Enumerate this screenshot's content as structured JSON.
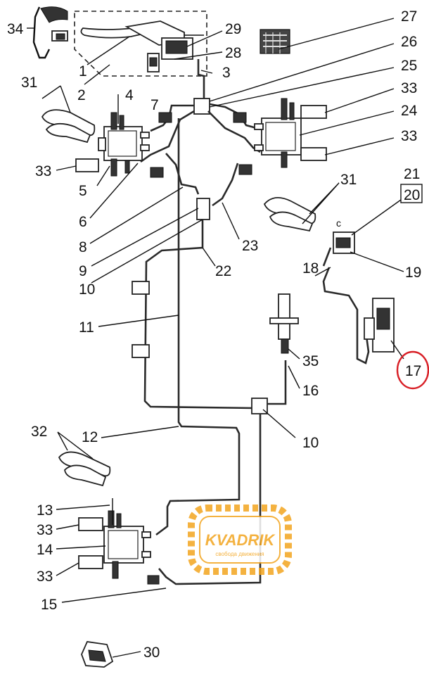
{
  "callouts": {
    "n1": "1",
    "n2": "2",
    "n3": "3",
    "n4": "4",
    "n5": "5",
    "n6": "6",
    "n7": "7",
    "n8": "8",
    "n9": "9",
    "n10a": "10",
    "n10b": "10",
    "n11": "11",
    "n12": "12",
    "n13": "13",
    "n14": "14",
    "n15": "15",
    "n16": "16",
    "n17": "17",
    "n18": "18",
    "n19": "19",
    "n20": "20",
    "n21": "21",
    "n22": "22",
    "n23": "23",
    "n24": "24",
    "n25": "25",
    "n26": "26",
    "n27": "27",
    "n28": "28",
    "n29": "29",
    "n30": "30",
    "n31a": "31",
    "n31b": "31",
    "n32": "32",
    "n33a": "33",
    "n33b": "33",
    "n33c": "33",
    "n33d": "33",
    "n33e": "33",
    "n34": "34",
    "n35": "35",
    "c_mark": "c"
  },
  "highlight": {
    "part": "17",
    "color": "#d81f26"
  },
  "watermark": {
    "brand": "KVADRIK",
    "tagline": "свобода движения",
    "color": "#f3a51f"
  }
}
